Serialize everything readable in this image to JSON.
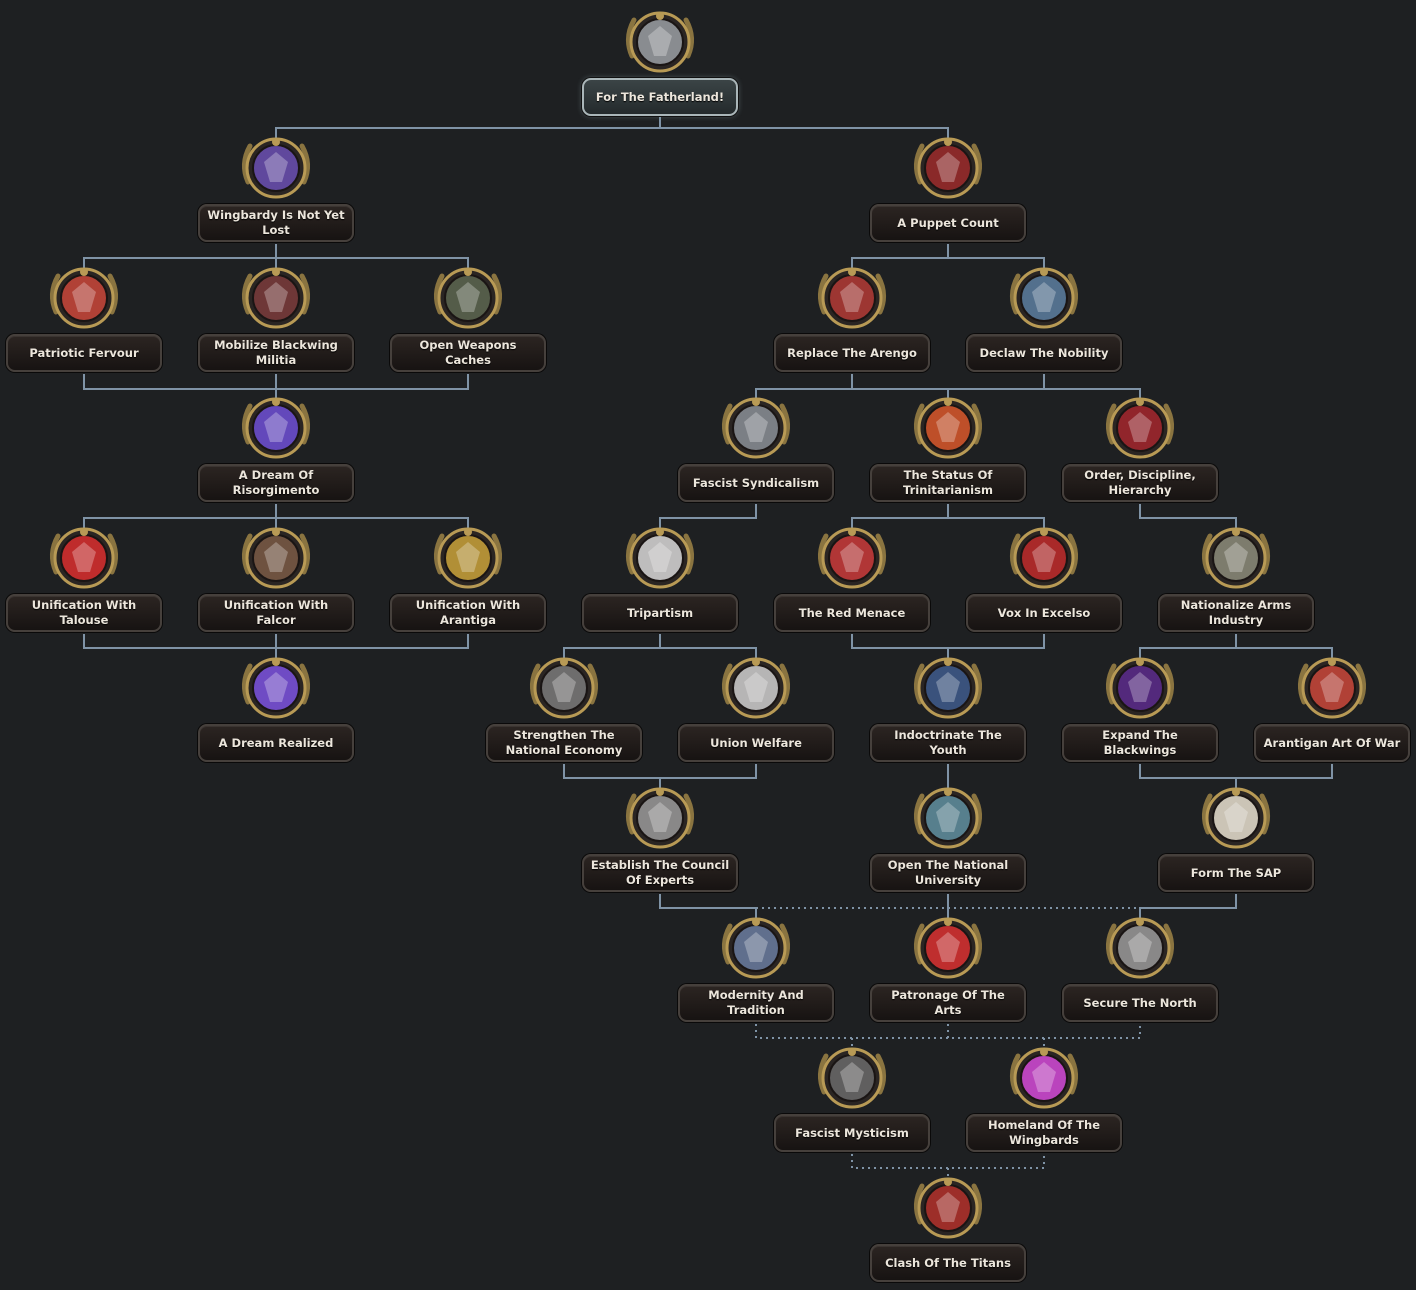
{
  "focuses": [
    {
      "id": "fatherland",
      "title": "For The Fatherland!",
      "icon": "double-headed-eagle-icon",
      "accent": "#9a9fa3",
      "root": true
    },
    {
      "id": "wingbardy",
      "title": "Wingbardy Is Not Yet Lost",
      "icon": "crossed-swords-crest-icon",
      "accent": "#6a4fb3"
    },
    {
      "id": "puppet",
      "title": "A Puppet Count",
      "icon": "crown-icon",
      "accent": "#9b2a2a"
    },
    {
      "id": "patriotic",
      "title": "Patriotic Fervour",
      "icon": "raised-fist-icon",
      "accent": "#c9463a"
    },
    {
      "id": "militia",
      "title": "Mobilize Blackwing Militia",
      "icon": "officer-portrait-icon",
      "accent": "#7a3b3b"
    },
    {
      "id": "caches",
      "title": "Open Weapons Caches",
      "icon": "rifles-crate-icon",
      "accent": "#5c6650"
    },
    {
      "id": "arengo",
      "title": "Replace The Arengo",
      "icon": "laurel-emblem-icon",
      "accent": "#b23a35"
    },
    {
      "id": "nobility",
      "title": "Declaw The Nobility",
      "icon": "noble-figure-icon",
      "accent": "#5a7ea0"
    },
    {
      "id": "risorgimento",
      "title": "A Dream Of Risorgimento",
      "icon": "wing-shield-icon",
      "accent": "#6d4fd6"
    },
    {
      "id": "syndicalism",
      "title": "Fascist Syndicalism",
      "icon": "eagle-factory-icon",
      "accent": "#8a8f96"
    },
    {
      "id": "trinitarianism",
      "title": "The Status Of Trinitarianism",
      "icon": "flame-emblem-icon",
      "accent": "#d8572a"
    },
    {
      "id": "order",
      "title": "Order, Discipline, Hierarchy",
      "icon": "helmet-shield-icon",
      "accent": "#a3262d"
    },
    {
      "id": "talouse",
      "title": "Unification With Talouse",
      "icon": "red-flame-flag-icon",
      "accent": "#d92e2e"
    },
    {
      "id": "falcor",
      "title": "Unification With Falcor",
      "icon": "falcon-icon",
      "accent": "#7a5a45"
    },
    {
      "id": "arantiga",
      "title": "Unification With Arantiga",
      "icon": "gold-helm-icon",
      "accent": "#c9a23a"
    },
    {
      "id": "tripartism",
      "title": "Tripartism",
      "icon": "handshake-icon",
      "accent": "#d8d8d8"
    },
    {
      "id": "redmenace",
      "title": "The Red Menace",
      "icon": "red-star-icon",
      "accent": "#c93a3a"
    },
    {
      "id": "vox",
      "title": "Vox In Excelso",
      "icon": "red-cross-icon",
      "accent": "#c02a2a"
    },
    {
      "id": "armsindustry",
      "title": "Nationalize Arms Industry",
      "icon": "factory-icon",
      "accent": "#8c8c7a"
    },
    {
      "id": "dreamrealized",
      "title": "A Dream Realized",
      "icon": "purple-banner-icon",
      "accent": "#7b52e0"
    },
    {
      "id": "economy",
      "title": "Strengthen The National Economy",
      "icon": "gear-icon",
      "accent": "#7a7a7a"
    },
    {
      "id": "welfare",
      "title": "Union Welfare",
      "icon": "silver-bird-icon",
      "accent": "#cfcfcf"
    },
    {
      "id": "youth",
      "title": "Indoctrinate The Youth",
      "icon": "brain-icon",
      "accent": "#3d5a8c"
    },
    {
      "id": "blackwings",
      "title": "Expand The Blackwings",
      "icon": "dark-insignia-icon",
      "accent": "#5a2a8c"
    },
    {
      "id": "artofwar",
      "title": "Arantigan Art Of War",
      "icon": "alliance-handshake-icon",
      "accent": "#c9463a"
    },
    {
      "id": "council",
      "title": "Establish The Council Of Experts",
      "icon": "tower-city-icon",
      "accent": "#9a9a9a"
    },
    {
      "id": "university",
      "title": "Open The National University",
      "icon": "flask-icon",
      "accent": "#5f8fa0"
    },
    {
      "id": "sap",
      "title": "Form The SAP",
      "icon": "skull-icon",
      "accent": "#e8e0d0"
    },
    {
      "id": "modernity",
      "title": "Modernity And Tradition",
      "icon": "cog-wreath-icon",
      "accent": "#6a7da0"
    },
    {
      "id": "patronage",
      "title": "Patronage Of The Arts",
      "icon": "painting-icon",
      "accent": "#d93030"
    },
    {
      "id": "north",
      "title": "Secure The North",
      "icon": "mountain-chain-icon",
      "accent": "#9a9a9a"
    },
    {
      "id": "mysticism",
      "title": "Fascist Mysticism",
      "icon": "mystic-tablet-icon",
      "accent": "#6a6a6a"
    },
    {
      "id": "homeland",
      "title": "Homeland Of The Wingbards",
      "icon": "crowned-flower-icon",
      "accent": "#d34ad8"
    },
    {
      "id": "titans",
      "title": "Clash Of The Titans",
      "icon": "sword-icon",
      "accent": "#b2302a"
    }
  ]
}
